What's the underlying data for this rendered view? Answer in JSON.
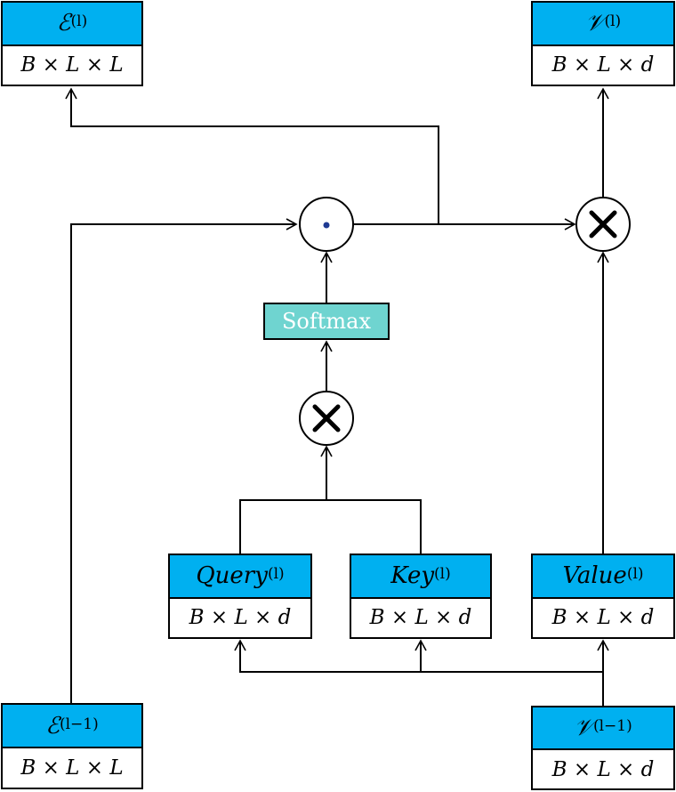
{
  "boxes": {
    "e_out": {
      "label": "ℰ",
      "sup": "(l)",
      "dims": "B × L × L"
    },
    "v_out": {
      "label": "𝒱",
      "sup": "(l)",
      "dims": "B × L × d"
    },
    "query": {
      "label": "Query",
      "sup": "(l)",
      "dims": "B × L × d"
    },
    "key": {
      "label": "Key",
      "sup": "(l)",
      "dims": "B × L × d"
    },
    "value": {
      "label": "Value",
      "sup": "(l)",
      "dims": "B × L × d"
    },
    "e_in": {
      "label": "ℰ",
      "sup": "(l−1)",
      "dims": "B × L × L"
    },
    "v_in": {
      "label": "𝒱",
      "sup": "(l−1)",
      "dims": "B × L × d"
    }
  },
  "softmax": {
    "label": "Softmax"
  },
  "colors": {
    "box_head": "#00b0f0",
    "softmax": "#6fd4d0",
    "dot": "#1f3a93"
  }
}
